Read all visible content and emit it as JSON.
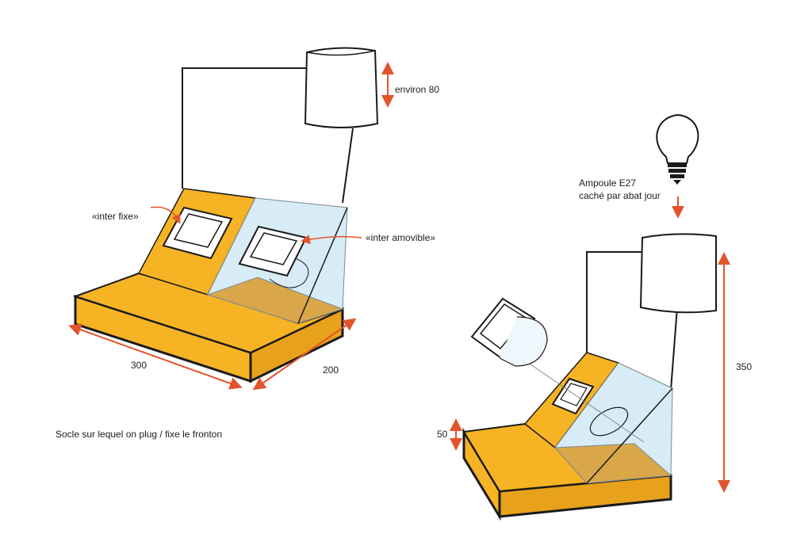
{
  "colors": {
    "orange": "#F6B324",
    "orange_dark": "#E39E17",
    "outline": "#1a1a1a",
    "glass": "#D7ECF6",
    "arrow": "#E2542C"
  },
  "left": {
    "height_label": "environ 80",
    "switch_fixed_label": "«inter fixe»",
    "switch_removable_label": "«inter amovible»",
    "width_label": "300",
    "depth_label": "200",
    "caption": "Socle sur lequel on plug / fixe le fronton"
  },
  "right": {
    "bulb_label_line1": "Ampoule E27",
    "bulb_label_line2": "caché par abat jour",
    "height_label": "350",
    "base_height_label": "50"
  },
  "icons": [
    "light-bulb-icon"
  ]
}
